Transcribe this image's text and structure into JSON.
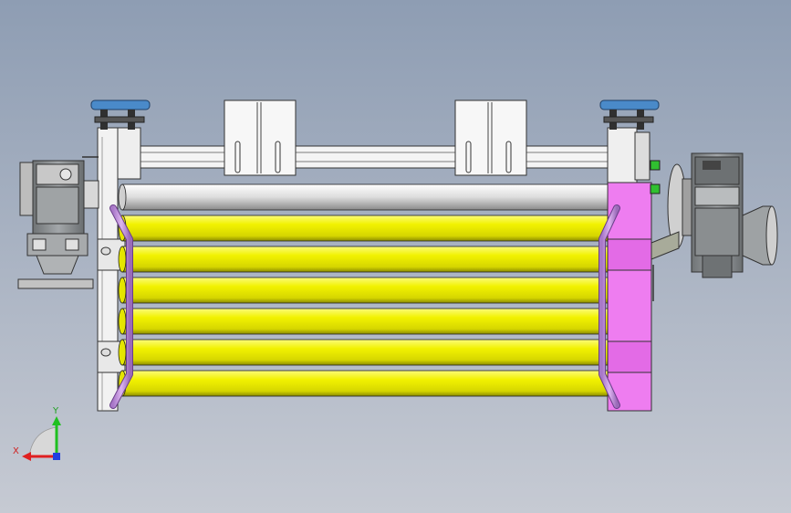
{
  "viewport": {
    "background_top": "#8e9db3",
    "background_bottom": "#c6cad3"
  },
  "colors": {
    "roller_yellow": "#f2f200",
    "roller_yellow_dark": "#9a9a00",
    "roller_grey": "#d8d8d8",
    "side_plate_magenta": "#ee7df0",
    "brace_lavender": "#c79ae0",
    "frame_white": "#f2f2f2",
    "outline": "#222222",
    "motor_grey": "#8c8f91",
    "caster_blue": "#4a8ac9"
  },
  "rollers": {
    "count_yellow": 6,
    "count_grey": 1
  },
  "triad": {
    "x_label": "X",
    "y_label": "Y",
    "x_color": "#e02020",
    "y_color": "#20c020",
    "z_color": "#2040e0"
  }
}
